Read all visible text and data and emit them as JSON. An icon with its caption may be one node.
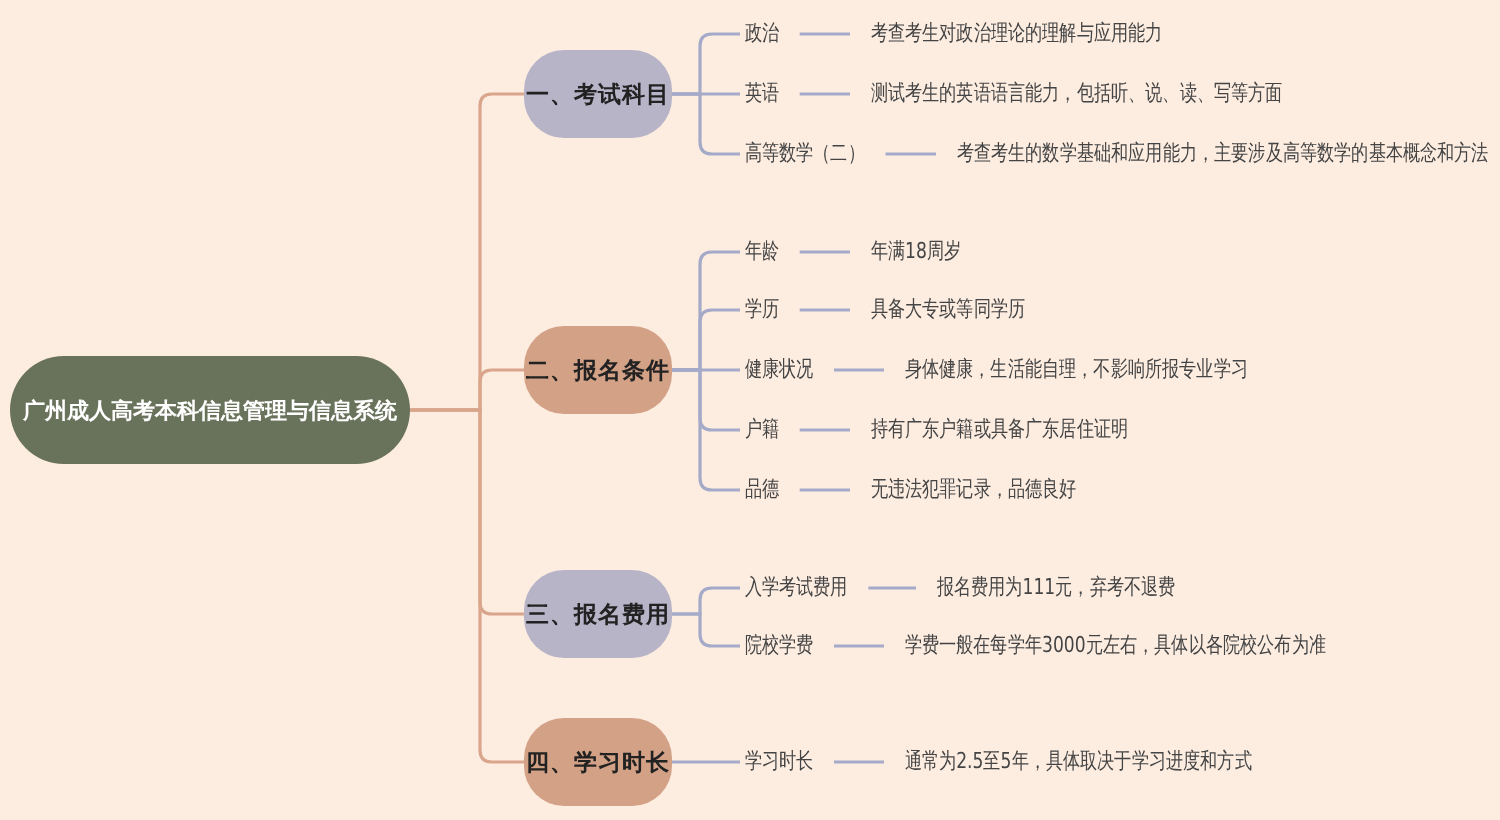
{
  "diagram": {
    "nodes": [
      {
        "text": [
          "广州成人高考本科信息管理与信息系统"
        ]
      },
      {
        "text": [
          "一、考试科目"
        ]
      },
      {
        "text": [
          "政治"
        ]
      },
      {
        "text": [
          "考查考生对政治理论的理解与应用能力"
        ]
      },
      {
        "text": [
          "英语"
        ]
      },
      {
        "text": [
          "测试考生的英语语言能力，包括听、说、读、写等方面"
        ]
      },
      {
        "text": [
          "高等数学（二）"
        ]
      },
      {
        "text": [
          "考查考生的数学基础和应用能力，主要涉及高等数学的基本概念和方法"
        ]
      },
      {
        "text": [
          "二、报名条件"
        ]
      },
      {
        "text": [
          "年龄"
        ]
      },
      {
        "text": [
          "年满18周岁"
        ]
      },
      {
        "text": [
          "学历"
        ]
      },
      {
        "text": [
          "具备大专或等同学历"
        ]
      },
      {
        "text": [
          "健康状况"
        ]
      },
      {
        "text": [
          "身体健康，生活能自理，不影响所报专业学习"
        ]
      },
      {
        "text": [
          "户籍"
        ]
      },
      {
        "text": [
          "持有广东户籍或具备广东居住证明"
        ]
      },
      {
        "text": [
          "品德"
        ]
      },
      {
        "text": [
          "无违法犯罪记录，品德良好"
        ]
      },
      {
        "text": [
          "三、报名费用"
        ]
      },
      {
        "text": [
          "入学考试费用"
        ]
      },
      {
        "text": [
          "报名费用为111元，弃考不退费"
        ]
      },
      {
        "text": [
          "院校学费"
        ]
      },
      {
        "text": [
          "学费一般在每学年3000元左右，具体以各院校公布为准"
        ]
      },
      {
        "text": [
          "四、学习时长"
        ]
      },
      {
        "text": [
          "学习时长"
        ]
      },
      {
        "text": [
          "通常为2.5至5年，具体取决于学习进度和方式"
        ]
      }
    ],
    "edges": [
      {
        "from": 0,
        "to": 1,
        "arrow": "none",
        "color": "#d9a68c"
      },
      {
        "from": 0,
        "to": 8,
        "arrow": "none",
        "color": "#d9a68c"
      },
      {
        "from": 0,
        "to": 19,
        "arrow": "none",
        "color": "#d9a68c"
      },
      {
        "from": 0,
        "to": 24,
        "arrow": "none",
        "color": "#d9a68c"
      },
      {
        "from": 1,
        "to": 2,
        "arrow": "none"
      },
      {
        "from": 1,
        "to": 4,
        "arrow": "none"
      },
      {
        "from": 1,
        "to": 6,
        "arrow": "none"
      },
      {
        "from": 2,
        "to": 3,
        "arrow": "none"
      },
      {
        "from": 4,
        "to": 5,
        "arrow": "none"
      },
      {
        "from": 6,
        "to": 7,
        "arrow": "none"
      },
      {
        "from": 8,
        "to": 9,
        "arrow": "none"
      },
      {
        "from": 8,
        "to": 11,
        "arrow": "none"
      },
      {
        "from": 8,
        "to": 13,
        "arrow": "none"
      },
      {
        "from": 8,
        "to": 15,
        "arrow": "none"
      },
      {
        "from": 8,
        "to": 17,
        "arrow": "none"
      },
      {
        "from": 9,
        "to": 10,
        "arrow": "none"
      },
      {
        "from": 11,
        "to": 12,
        "arrow": "none"
      },
      {
        "from": 13,
        "to": 14,
        "arrow": "none"
      },
      {
        "from": 15,
        "to": 16,
        "arrow": "none"
      },
      {
        "from": 17,
        "to": 18,
        "arrow": "none"
      },
      {
        "from": 19,
        "to": 20,
        "arrow": "none"
      },
      {
        "from": 19,
        "to": 22,
        "arrow": "none"
      },
      {
        "from": 20,
        "to": 21,
        "arrow": "none"
      },
      {
        "from": 22,
        "to": 23,
        "arrow": "none"
      },
      {
        "from": 24,
        "to": 25,
        "arrow": "none"
      },
      {
        "from": 25,
        "to": 26,
        "arrow": "none"
      }
    ]
  }
}
